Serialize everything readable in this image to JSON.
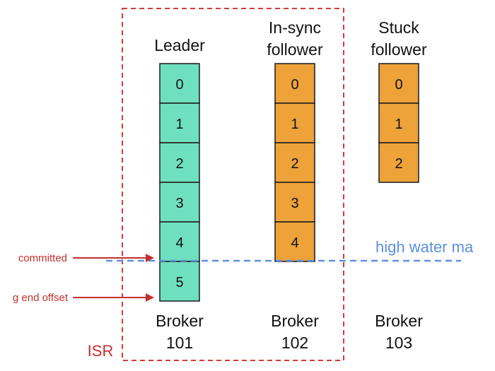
{
  "colors": {
    "leader_fill": "#6fe0bf",
    "follower_fill": "#eda23a",
    "cell_stroke": "#1a1a1a",
    "isr_border": "#d23b3b",
    "annotation": "#c43030",
    "high_water_mark": "#5b8fe0",
    "text": "#111111"
  },
  "isr_label": "ISR",
  "high_water_mark_label": "high water ma",
  "annotations": {
    "committed": "committed",
    "log_end_offset": "g end offset"
  },
  "brokers": [
    {
      "role_lines": [
        "Leader"
      ],
      "name_lines": [
        "Broker",
        "101"
      ],
      "offsets": [
        "0",
        "1",
        "2",
        "3",
        "4",
        "5"
      ],
      "fill": "leader"
    },
    {
      "role_lines": [
        "In-sync",
        "follower"
      ],
      "name_lines": [
        "Broker",
        "102"
      ],
      "offsets": [
        "0",
        "1",
        "2",
        "3",
        "4"
      ],
      "fill": "follower"
    },
    {
      "role_lines": [
        "Stuck",
        "follower"
      ],
      "name_lines": [
        "Broker",
        "103"
      ],
      "offsets": [
        "0",
        "1",
        "2"
      ],
      "fill": "follower"
    }
  ]
}
